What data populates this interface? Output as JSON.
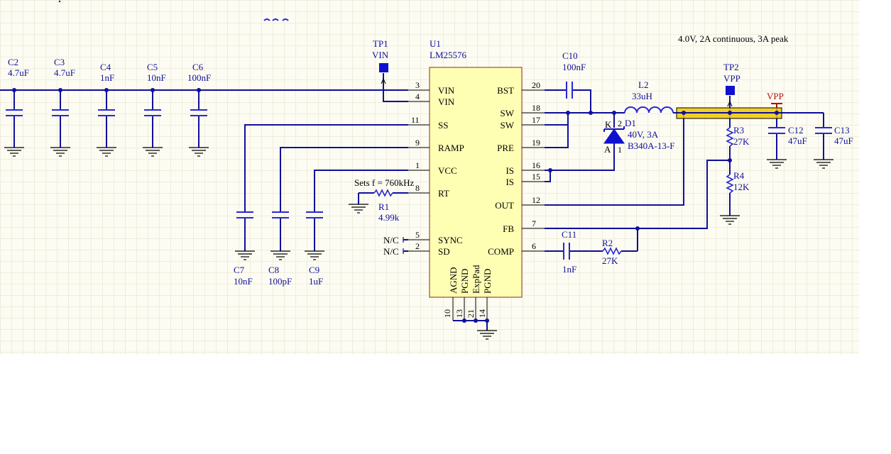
{
  "note": "4.0V, 2A continuous, 3A peak",
  "u1": {
    "ref": "U1",
    "part": "LM25576",
    "pins_left": [
      {
        "num": "3",
        "name": "VIN"
      },
      {
        "num": "4",
        "name": "VIN"
      },
      {
        "num": "11",
        "name": "SS"
      },
      {
        "num": "9",
        "name": "RAMP"
      },
      {
        "num": "1",
        "name": "VCC"
      },
      {
        "num": "8",
        "name": "RT"
      },
      {
        "num": "5",
        "name": "SYNC"
      },
      {
        "num": "2",
        "name": "SD"
      }
    ],
    "pins_right": [
      {
        "num": "20",
        "name": "BST"
      },
      {
        "num": "18",
        "name": "SW"
      },
      {
        "num": "17",
        "name": "SW"
      },
      {
        "num": "19",
        "name": "PRE"
      },
      {
        "num": "16",
        "name": "IS"
      },
      {
        "num": "15",
        "name": "IS"
      },
      {
        "num": "12",
        "name": "OUT"
      },
      {
        "num": "7",
        "name": "FB"
      },
      {
        "num": "6",
        "name": "COMP"
      }
    ],
    "pins_bottom": [
      {
        "num": "10",
        "name": "AGND"
      },
      {
        "num": "13",
        "name": "PGND"
      },
      {
        "num": "21",
        "name": "ExpPad"
      },
      {
        "num": "14",
        "name": "PGND"
      }
    ]
  },
  "input_caps": [
    {
      "ref": "C2",
      "value": "4.7uF"
    },
    {
      "ref": "C3",
      "value": "4.7uF"
    },
    {
      "ref": "C4",
      "value": "1nF"
    },
    {
      "ref": "C5",
      "value": "10nF"
    },
    {
      "ref": "C6",
      "value": "100nF"
    }
  ],
  "lower_caps": [
    {
      "ref": "C7",
      "value": "10nF"
    },
    {
      "ref": "C8",
      "value": "100pF"
    },
    {
      "ref": "C9",
      "value": "1uF"
    }
  ],
  "tp1": {
    "ref": "TP1",
    "net": "VIN"
  },
  "tp2": {
    "ref": "TP2",
    "net": "VPP"
  },
  "c10": {
    "ref": "C10",
    "value": "100nF"
  },
  "l2": {
    "ref": "L2",
    "value": "33uH"
  },
  "d1": {
    "ref": "D1",
    "value": "40V, 3A",
    "part": "B340A-13-F",
    "k": "K",
    "a": "A",
    "pin2": "2",
    "pin1": "1"
  },
  "r1": {
    "ref": "R1",
    "value": "4.99k",
    "note": "Sets f = 760kHz"
  },
  "r2": {
    "ref": "R2",
    "value": "27K"
  },
  "r3": {
    "ref": "R3",
    "value": "27K"
  },
  "r4": {
    "ref": "R4",
    "value": "12K"
  },
  "c11": {
    "ref": "C11",
    "value": "1nF"
  },
  "c12": {
    "ref": "C12",
    "value": "47uF"
  },
  "c13": {
    "ref": "C13",
    "value": "47uF"
  },
  "vpp_port": "VPP",
  "nc": "N/C",
  "colors": {
    "wire": "#10109c",
    "component": "#2828d6",
    "highlight": "#f0c800",
    "net_port": "#b01010",
    "grid_bg": "#fdfcf3"
  }
}
